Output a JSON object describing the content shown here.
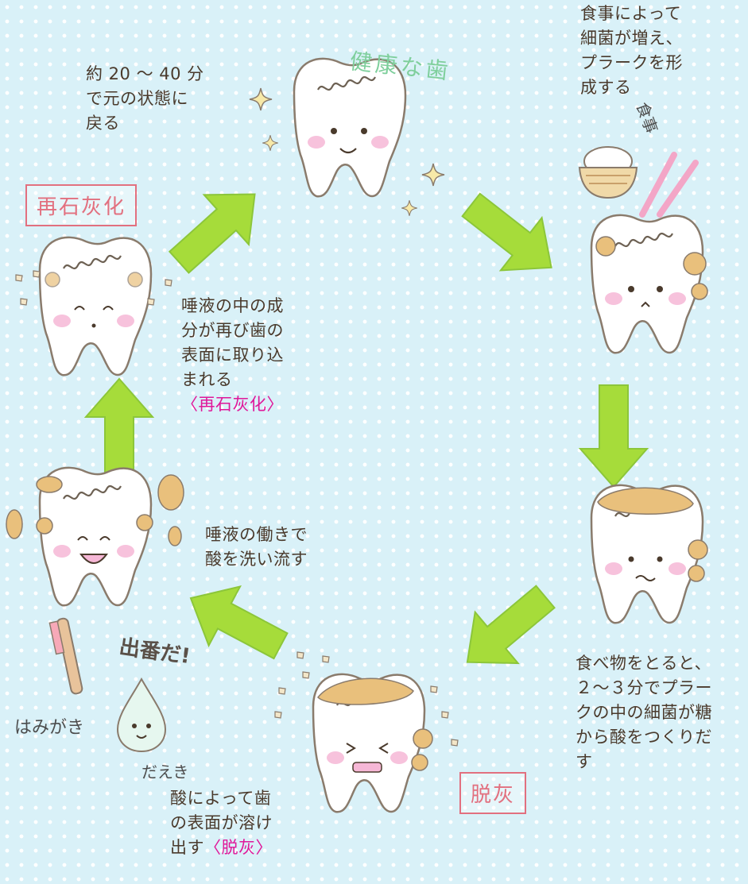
{
  "labels": {
    "healthy": "健康な歯",
    "meal_tag": "食事",
    "toothbrush_tag": "はみがき",
    "saliva_tag": "だえき",
    "saliva_call": "出番だ!"
  },
  "stamps": {
    "remineralization": "再石灰化",
    "demineralization": "脱灰"
  },
  "steps": {
    "meal": "食事によって\n細菌が増え、\nプラークを形\n成する",
    "acid": "食べ物をとると、\n２～３分でプラー\nクの中の細菌が糖\nから酸をつくりだ\nす",
    "dissolve_text": "酸によって歯\nの表面が溶け\n出す",
    "dissolve_tag": "〈脱灰〉",
    "wash": "唾液の働きで\n酸を洗い流す",
    "reabsorb_text": "唾液の中の成\n分が再び歯の\n表面に取り込\nまれる",
    "reabsorb_tag": "〈再石灰化〉",
    "restore": "約 20 ～ 40 分\nで元の状態に\n戻る"
  },
  "colors": {
    "arrow": "#a6dc3a",
    "arrow_edge": "#8cc63a",
    "text": "#4a3a2c",
    "tag": "#e0189a",
    "stamp": "#e2707f",
    "tooth_outline": "#8a7b6c",
    "plaque": "#e9c07c",
    "cheek": "#f6b7d6",
    "handwriting_green": "#7fcf9c"
  }
}
